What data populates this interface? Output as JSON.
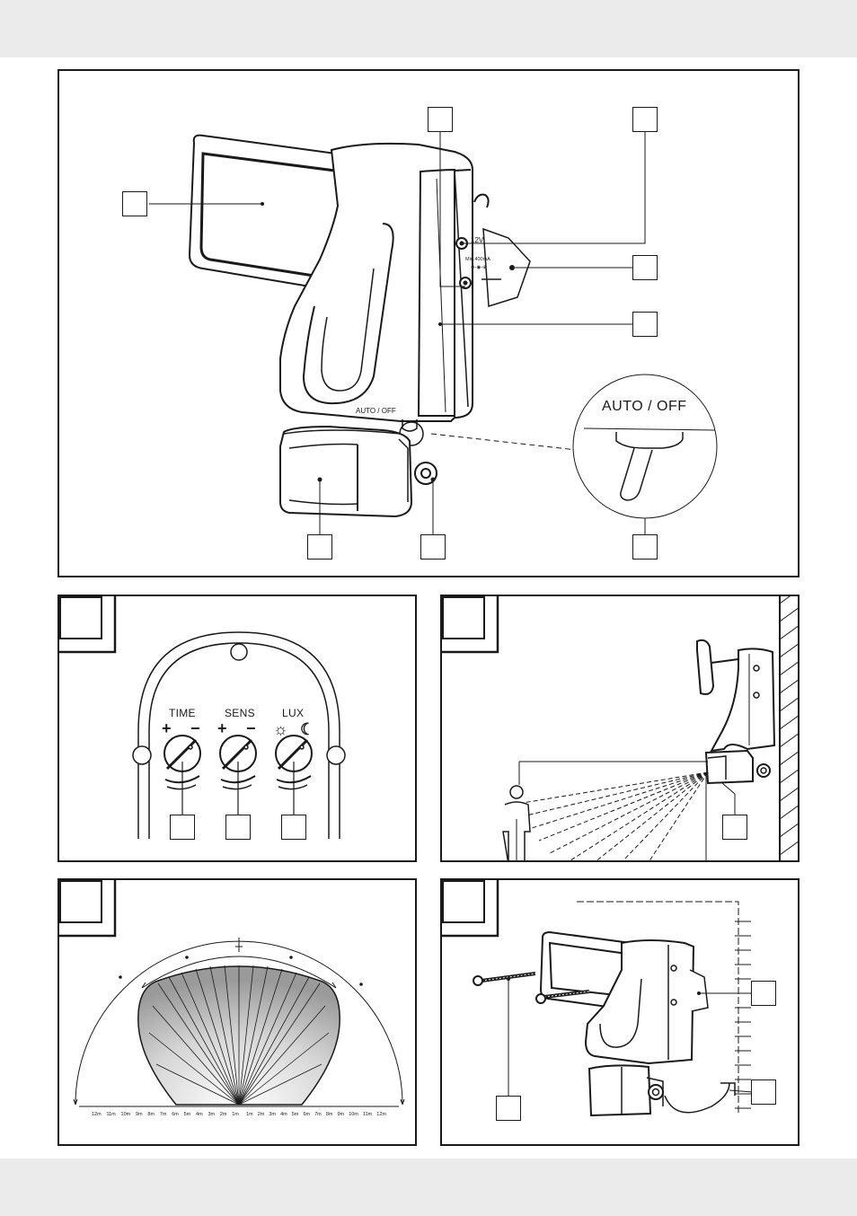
{
  "main_panel": {
    "switch_label": "AUTO / OFF",
    "zoom_label": "AUTO / OFF",
    "plate_voltage": "12V",
    "plate_current": "Min.400mA",
    "plate_polarity": "⊖-◉-⊕"
  },
  "control_panel": {
    "dials": [
      {
        "label": "TIME",
        "left_symbol": "+",
        "right_symbol": "−"
      },
      {
        "label": "SENS",
        "left_symbol": "+",
        "right_symbol": "−"
      },
      {
        "label": "LUX",
        "left_symbol": "☼",
        "right_symbol": "☾"
      }
    ]
  },
  "range_panel": {
    "scale_left": [
      "12m",
      "11m",
      "10m",
      "9m",
      "8m",
      "7m",
      "6m",
      "5m",
      "4m",
      "3m",
      "2m",
      "1m"
    ],
    "scale_right": [
      "1m",
      "2m",
      "3m",
      "4m",
      "5m",
      "6m",
      "7m",
      "8m",
      "9m",
      "10m",
      "11m",
      "12m"
    ]
  }
}
